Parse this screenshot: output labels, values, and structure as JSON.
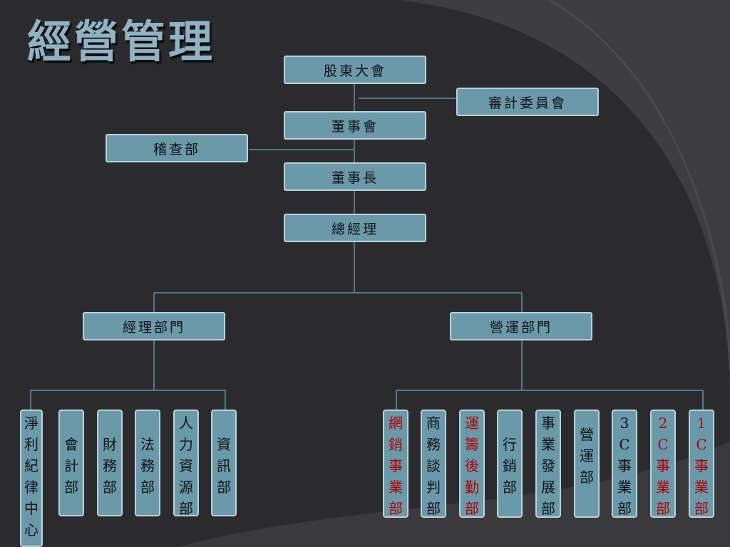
{
  "title": "經營管理",
  "org": {
    "shareholders": "股東大會",
    "audit_committee": "審計委員會",
    "board": "董事會",
    "audit_dept": "稽查部",
    "chairman": "董事長",
    "gm": "總經理",
    "mgmt_div": "經理部門",
    "ops_div": "營運部門",
    "mgmt_depts": [
      "淨利紀律中心",
      "會計部",
      "財務部",
      "法務部",
      "人力資源部",
      "資訊部"
    ],
    "ops_depts": [
      "網銷事業部",
      "商務談判部",
      "運籌後勤部",
      "行銷部",
      "事業發展部",
      "營運部",
      "3C事業部",
      "2C事業部",
      "1C事業部"
    ]
  },
  "colors": {
    "node_fill": "#6a9aaa",
    "node_border": "#b9d3dc",
    "highlight_text": "#b00000",
    "background": "#2b2b2d"
  }
}
